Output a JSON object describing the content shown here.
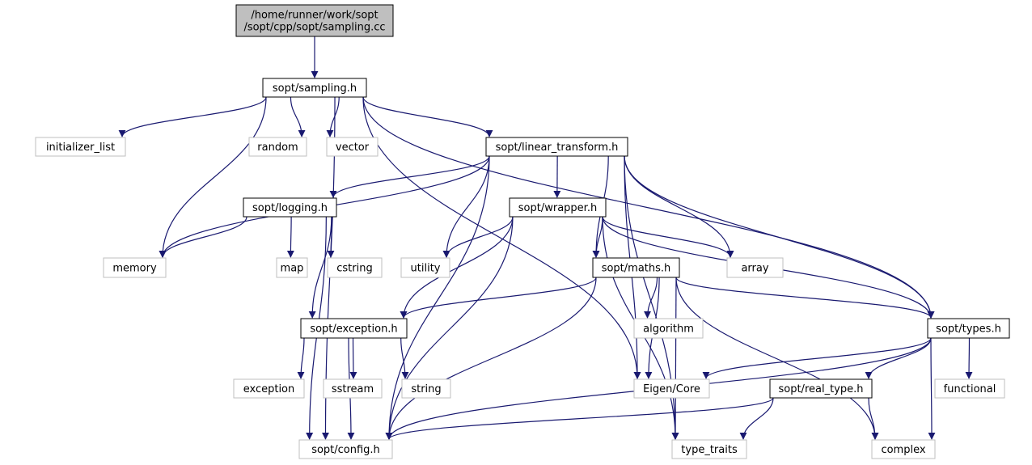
{
  "colors": {
    "edge": "#191970",
    "root_fill": "#bfbfbf",
    "local_border": "#000000",
    "system_border": "#bfbfbf"
  },
  "nodes": {
    "root": {
      "lines": [
        "/home/runner/work/sopt",
        "/sopt/cpp/sopt/sampling.cc"
      ],
      "kind": "root"
    },
    "sampling_h": {
      "lines": [
        "sopt/sampling.h"
      ],
      "kind": "local"
    },
    "initializer_list": {
      "lines": [
        "initializer_list"
      ],
      "kind": "system"
    },
    "random": {
      "lines": [
        "random"
      ],
      "kind": "system"
    },
    "vector": {
      "lines": [
        "vector"
      ],
      "kind": "system"
    },
    "linear_transform_h": {
      "lines": [
        "sopt/linear_transform.h"
      ],
      "kind": "local"
    },
    "logging_h": {
      "lines": [
        "sopt/logging.h"
      ],
      "kind": "local"
    },
    "wrapper_h": {
      "lines": [
        "sopt/wrapper.h"
      ],
      "kind": "local"
    },
    "memory": {
      "lines": [
        "memory"
      ],
      "kind": "system"
    },
    "map": {
      "lines": [
        "map"
      ],
      "kind": "system"
    },
    "cstring": {
      "lines": [
        "cstring"
      ],
      "kind": "system"
    },
    "utility": {
      "lines": [
        "utility"
      ],
      "kind": "system"
    },
    "maths_h": {
      "lines": [
        "sopt/maths.h"
      ],
      "kind": "local"
    },
    "array": {
      "lines": [
        "array"
      ],
      "kind": "system"
    },
    "exception_h": {
      "lines": [
        "sopt/exception.h"
      ],
      "kind": "local"
    },
    "algorithm": {
      "lines": [
        "algorithm"
      ],
      "kind": "system"
    },
    "types_h": {
      "lines": [
        "sopt/types.h"
      ],
      "kind": "local"
    },
    "exception": {
      "lines": [
        "exception"
      ],
      "kind": "system"
    },
    "sstream": {
      "lines": [
        "sstream"
      ],
      "kind": "system"
    },
    "string": {
      "lines": [
        "string"
      ],
      "kind": "system"
    },
    "eigen_core": {
      "lines": [
        "Eigen/Core"
      ],
      "kind": "system"
    },
    "real_type_h": {
      "lines": [
        "sopt/real_type.h"
      ],
      "kind": "local"
    },
    "functional": {
      "lines": [
        "functional"
      ],
      "kind": "system"
    },
    "config_h": {
      "lines": [
        "sopt/config.h"
      ],
      "kind": "system"
    },
    "type_traits": {
      "lines": [
        "type_traits"
      ],
      "kind": "system"
    },
    "complex": {
      "lines": [
        "complex"
      ],
      "kind": "system"
    }
  },
  "edges": [
    [
      "root",
      "sampling_h"
    ],
    [
      "sampling_h",
      "initializer_list"
    ],
    [
      "sampling_h",
      "random"
    ],
    [
      "sampling_h",
      "vector"
    ],
    [
      "sampling_h",
      "linear_transform_h"
    ],
    [
      "sampling_h",
      "memory"
    ],
    [
      "sampling_h",
      "config_h"
    ],
    [
      "sampling_h",
      "types_h"
    ],
    [
      "sampling_h",
      "eigen_core"
    ],
    [
      "linear_transform_h",
      "logging_h"
    ],
    [
      "linear_transform_h",
      "wrapper_h"
    ],
    [
      "linear_transform_h",
      "memory"
    ],
    [
      "linear_transform_h",
      "utility"
    ],
    [
      "linear_transform_h",
      "maths_h"
    ],
    [
      "linear_transform_h",
      "array"
    ],
    [
      "linear_transform_h",
      "config_h"
    ],
    [
      "linear_transform_h",
      "types_h"
    ],
    [
      "linear_transform_h",
      "eigen_core"
    ],
    [
      "linear_transform_h",
      "type_traits"
    ],
    [
      "logging_h",
      "memory"
    ],
    [
      "logging_h",
      "map"
    ],
    [
      "logging_h",
      "cstring"
    ],
    [
      "logging_h",
      "exception_h"
    ],
    [
      "logging_h",
      "config_h"
    ],
    [
      "wrapper_h",
      "utility"
    ],
    [
      "wrapper_h",
      "maths_h"
    ],
    [
      "wrapper_h",
      "array"
    ],
    [
      "wrapper_h",
      "exception_h"
    ],
    [
      "wrapper_h",
      "types_h"
    ],
    [
      "wrapper_h",
      "config_h"
    ],
    [
      "wrapper_h",
      "type_traits"
    ],
    [
      "maths_h",
      "exception_h"
    ],
    [
      "maths_h",
      "algorithm"
    ],
    [
      "maths_h",
      "types_h"
    ],
    [
      "maths_h",
      "eigen_core"
    ],
    [
      "maths_h",
      "config_h"
    ],
    [
      "maths_h",
      "type_traits"
    ],
    [
      "maths_h",
      "complex"
    ],
    [
      "exception_h",
      "exception"
    ],
    [
      "exception_h",
      "sstream"
    ],
    [
      "exception_h",
      "string"
    ],
    [
      "exception_h",
      "config_h"
    ],
    [
      "types_h",
      "eigen_core"
    ],
    [
      "types_h",
      "real_type_h"
    ],
    [
      "types_h",
      "functional"
    ],
    [
      "types_h",
      "complex"
    ],
    [
      "types_h",
      "config_h"
    ],
    [
      "real_type_h",
      "config_h"
    ],
    [
      "real_type_h",
      "type_traits"
    ],
    [
      "real_type_h",
      "complex"
    ]
  ]
}
